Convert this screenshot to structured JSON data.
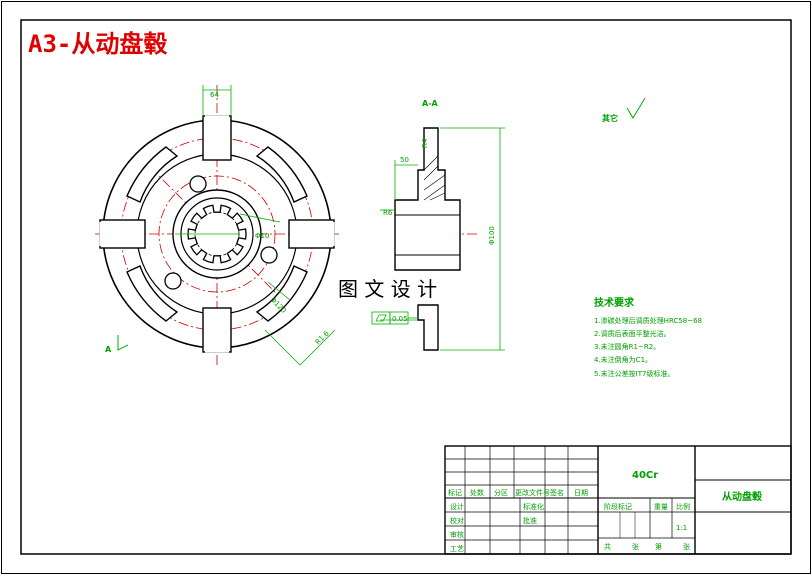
{
  "sheet": {
    "title": "A3-从动盘毂",
    "watermark": "图 文 设 计",
    "section_label": "A-A",
    "view_arrow_label": "A",
    "roughness_note": "其它"
  },
  "technical_requirements": {
    "heading": "技术要求",
    "items": [
      "1.渗碳处理后调质处理HRC58~68",
      "2.调质后表面平整光洁。",
      "3.未注圆角R1~R2。",
      "4.未注倒角为C1。",
      "5.未注公差按IT7级标准。"
    ]
  },
  "dimensions": {
    "front_top": "64",
    "front_bolt": "Φ10",
    "front_diag": "Φ120",
    "front_outer": "R1.6",
    "side_a": "R4",
    "side_b": "50",
    "side_h": "Φ100",
    "side_c": "R6",
    "tolerance_value": "0.05"
  },
  "title_block": {
    "material": "40Cr",
    "part_name": "从动盘毂",
    "scale": "1:1",
    "header_row": [
      "标记",
      "处数",
      "分区",
      "更改文件号",
      "签名",
      "日期"
    ],
    "left_rows": [
      "设计",
      "校对",
      "审核",
      "工艺"
    ],
    "mid_rows": [
      "标准化",
      "批准"
    ],
    "stage_mark": "阶段标记",
    "weight": "重量",
    "ratio": "比例",
    "bottom_row": [
      "共",
      "张",
      "第",
      "张"
    ]
  },
  "colors": {
    "outline": "#000000",
    "center": "#d00000",
    "dimension": "#00b000",
    "title": "#e00000"
  }
}
